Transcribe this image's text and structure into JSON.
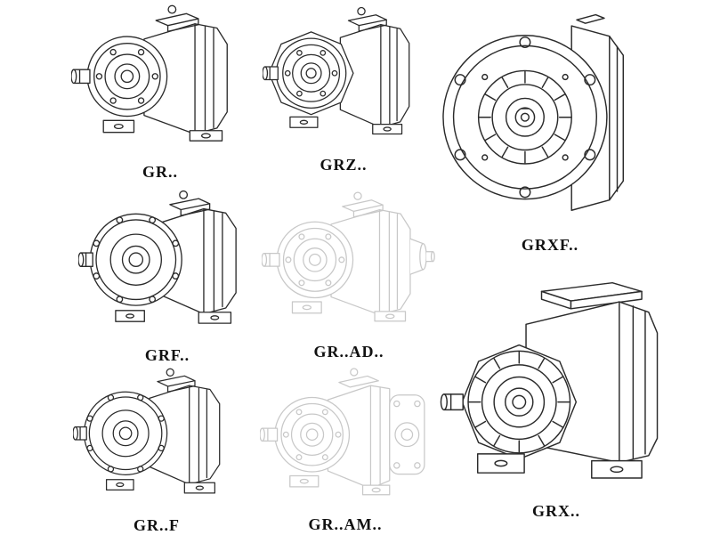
{
  "page": {
    "background_color": "#ffffff"
  },
  "colors": {
    "line": "#2b2b2b",
    "line_faded": "#c8c8c8",
    "label_text": "#111111"
  },
  "figures": [
    {
      "id": "gr",
      "label": "GR..",
      "render": "solid"
    },
    {
      "id": "grz",
      "label": "GRZ..",
      "render": "solid"
    },
    {
      "id": "grxf",
      "label": "GRXF..",
      "render": "solid"
    },
    {
      "id": "grf",
      "label": "GRF..",
      "render": "solid"
    },
    {
      "id": "grad",
      "label": "GR..AD..",
      "render": "faded"
    },
    {
      "id": "grx",
      "label": "GRX..",
      "render": "solid"
    },
    {
      "id": "grff",
      "label": "GR..F",
      "render": "solid"
    },
    {
      "id": "gram",
      "label": "GR..AM..",
      "render": "faded"
    }
  ]
}
